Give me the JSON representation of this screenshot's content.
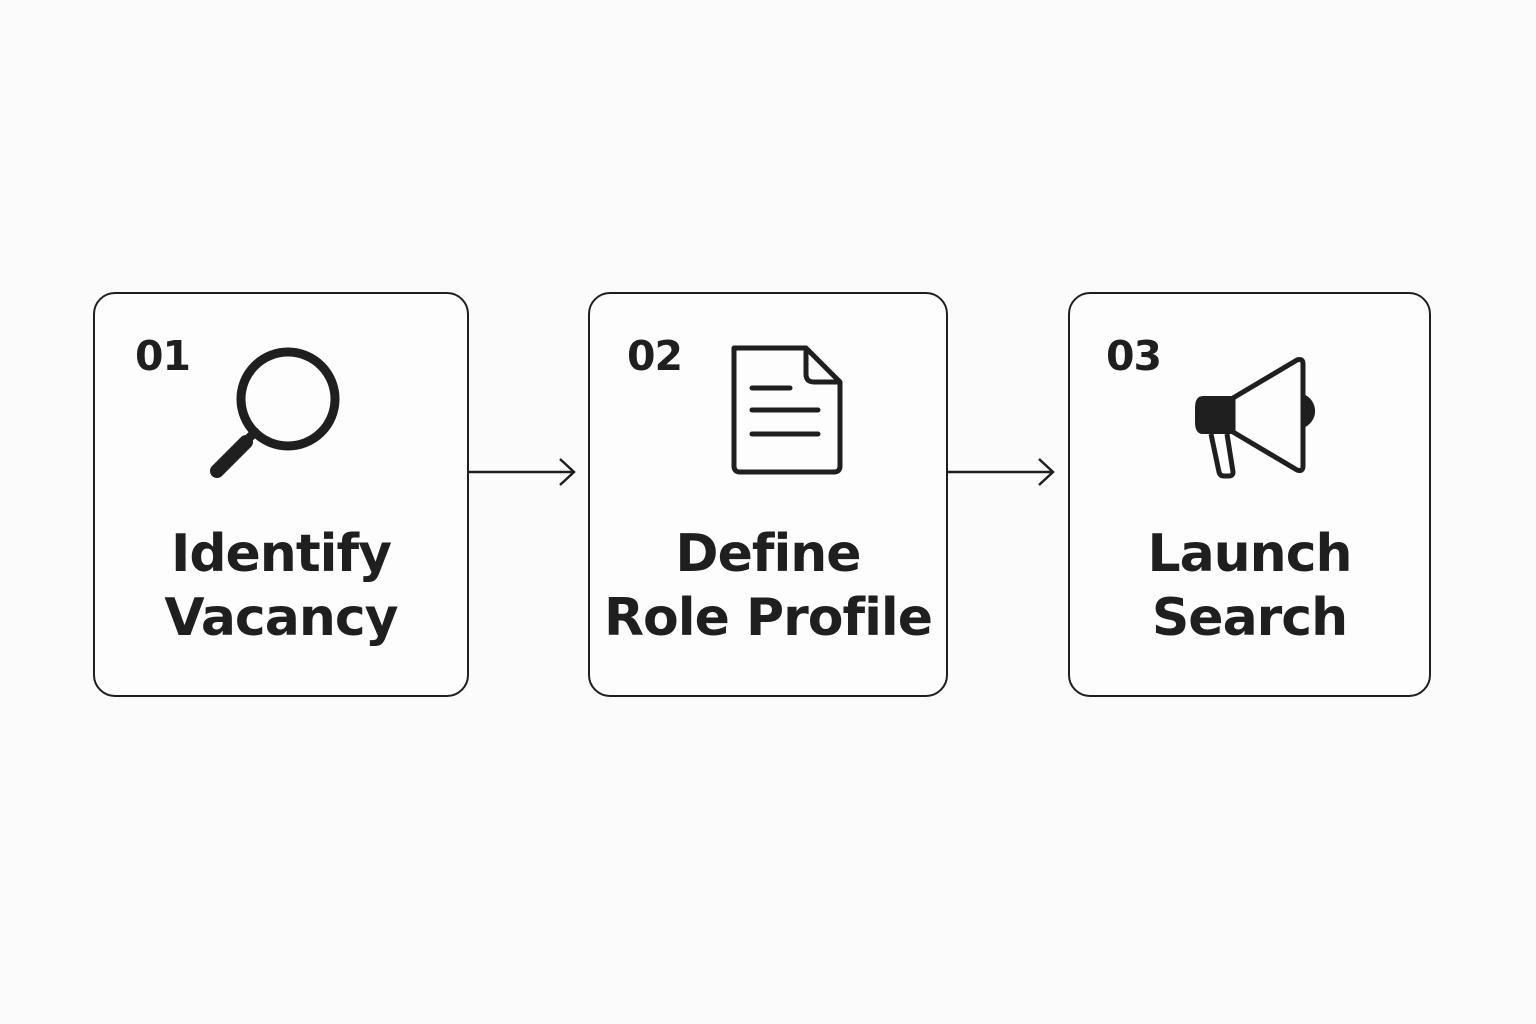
{
  "steps": [
    {
      "number": "01",
      "title_line1": "Identify",
      "title_line2": "Vacancy",
      "icon": "magnifying-glass-icon"
    },
    {
      "number": "02",
      "title_line1": "Define",
      "title_line2": "Role Profile",
      "icon": "document-icon"
    },
    {
      "number": "03",
      "title_line1": "Launch",
      "title_line2": "Search",
      "icon": "megaphone-icon"
    }
  ],
  "connectors": [
    "arrow-right-icon",
    "arrow-right-icon"
  ],
  "colors": {
    "stroke": "#1f1f1f",
    "background": "#fbfbfb"
  }
}
